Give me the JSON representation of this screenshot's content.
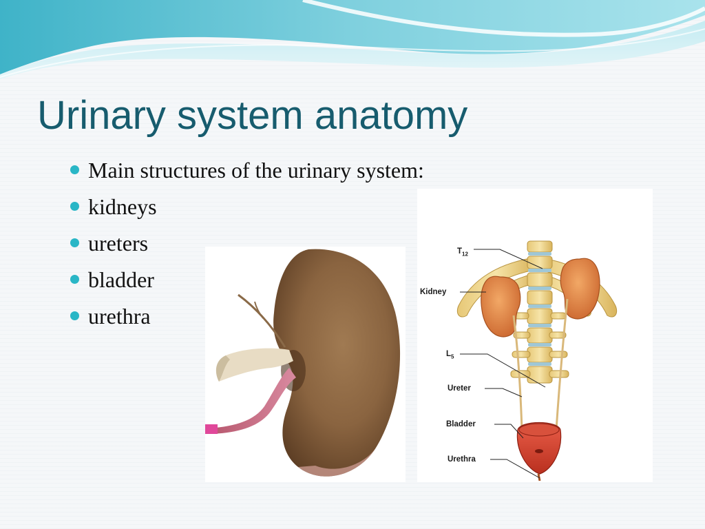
{
  "slide": {
    "title": "Urinary system anatomy",
    "accent_color": "#29b6c6",
    "title_color": "#175c6e"
  },
  "bullets": [
    {
      "text": "Main structures of the urinary system:"
    },
    {
      "text": "kidneys"
    },
    {
      "text": "ureters"
    },
    {
      "text": "bladder"
    },
    {
      "text": "urethra"
    }
  ],
  "diagram": {
    "labels": {
      "t12_main": "T",
      "t12_sub": "12",
      "kidney": "Kidney",
      "l5_main": "L",
      "l5_sub": "5",
      "ureter": "Ureter",
      "bladder": "Bladder",
      "urethra": "Urethra"
    }
  },
  "icons": {
    "bullet": "filled-circle",
    "header": "wave-banner"
  }
}
